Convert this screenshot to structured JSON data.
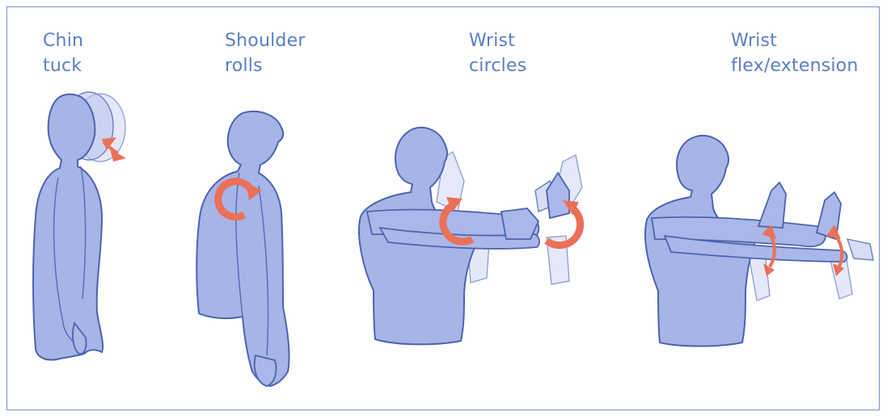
{
  "exercises": [
    {
      "label": "Chin\ntuck"
    },
    {
      "label": "Shoulder\nrolls"
    },
    {
      "label": "Wrist\ncircles"
    },
    {
      "label": "Wrist\nflex/extension"
    }
  ],
  "colors": {
    "border": "#7a8fc4",
    "label_text": "#5b7fc4",
    "figure_fill": "#a7b4e6",
    "figure_outline": "#4d63b0",
    "arrow": "#ea7058"
  }
}
